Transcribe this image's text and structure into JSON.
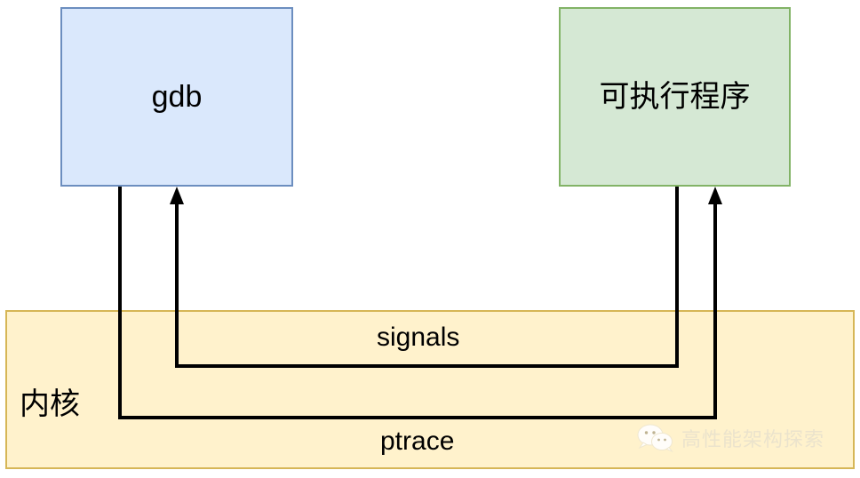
{
  "diagram": {
    "title": "gdb ptrace signals architecture",
    "background": "#ffffff",
    "nodes": [
      {
        "id": "gdb",
        "label": "gdb",
        "fill": "#dae8fc",
        "stroke": "#6c8ebf"
      },
      {
        "id": "program",
        "label": "可执行程序",
        "fill": "#d5e8d4",
        "stroke": "#82b366"
      },
      {
        "id": "kernel",
        "label": "内核",
        "fill": "#fff2cc",
        "stroke": "#d6b656"
      }
    ],
    "edges": [
      {
        "id": "signals",
        "label": "signals",
        "from": "program",
        "to": "gdb",
        "color": "#000000",
        "arrow": "to-gdb"
      },
      {
        "id": "ptrace",
        "label": "ptrace",
        "from": "gdb",
        "to": "program",
        "color": "#000000",
        "arrow": "to-program"
      }
    ]
  },
  "watermark": {
    "text": "高性能架构探索",
    "icon": "wechat-icon",
    "color": "#e9e2cd"
  }
}
